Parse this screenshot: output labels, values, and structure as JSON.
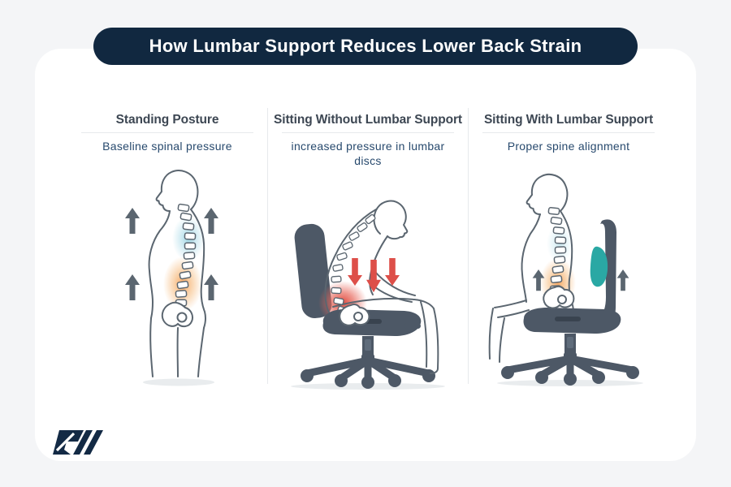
{
  "title": "How Lumbar Support Reduces Lower Back Strain",
  "panels": [
    {
      "title": "Standing Posture",
      "subtitle": "Baseline spinal pressure",
      "figure": "standing-figure-side-profile-with-spine",
      "annotations": [
        "gray-upward-arrows-balanced-load",
        "blue-thoracic-highlight",
        "orange-lumbar-highlight"
      ]
    },
    {
      "title": "Sitting Without Lumbar Support",
      "subtitle": "increased pressure in lumbar discs",
      "figure": "slouched-figure-on-office-chair",
      "annotations": [
        "red-downward-arrows-lumbar-pressure",
        "red-lumbar-highlight"
      ]
    },
    {
      "title": "Sitting With Lumbar Support",
      "subtitle": "Proper spine alignment",
      "figure": "upright-figure-on-office-chair-with-lumbar-cushion",
      "annotations": [
        "teal-lumbar-support-cushion",
        "gray-upward-arrows-support",
        "orange-lumbar-highlight"
      ]
    }
  ],
  "logo": {
    "icon": "rw-monogram"
  },
  "colors": {
    "background": "#f4f5f7",
    "card": "#ffffff",
    "title_bar": "#112840",
    "title_text": "#ffffff",
    "heading_text": "#3d4753",
    "subtitle_text": "#27496d",
    "divider": "#e7e9ec",
    "outline": "#5b6670",
    "chair": "#4d5866",
    "arrow_gray": "#5b6670",
    "arrow_red": "#dd4f49",
    "lumbar_teal": "#2aa8a4",
    "glow_blue": "#8fd0e0",
    "glow_orange": "#f5a259",
    "glow_red": "#e04b3f",
    "logo_navy": "#132a45"
  }
}
